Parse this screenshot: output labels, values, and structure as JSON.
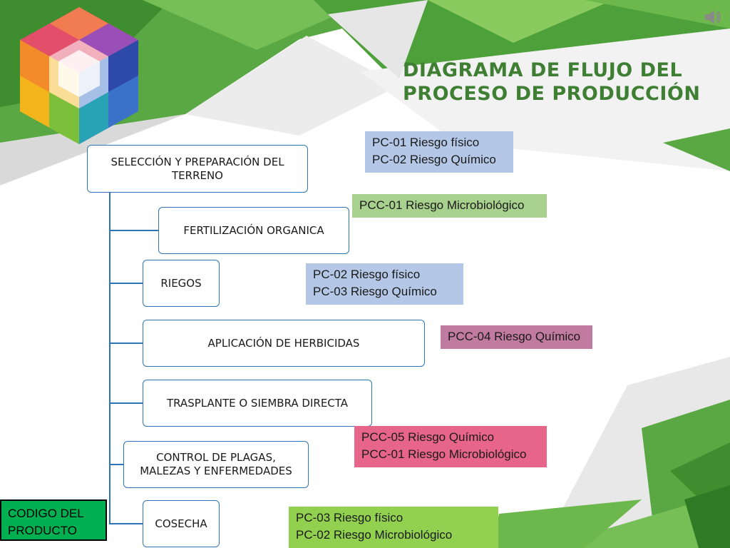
{
  "title": {
    "line1": "DIAGRAMA DE FLUJO DEL",
    "line2": "PROCESO DE PRODUCCIÓN"
  },
  "steps": [
    {
      "label": "SELECCIÓN Y PREPARACIÓN DEL TERRENO"
    },
    {
      "label": "FERTILIZACIÓN ORGANICA"
    },
    {
      "label": "RIEGOS"
    },
    {
      "label": "APLICACIÓN DE HERBICIDAS"
    },
    {
      "label": "TRASPLANTE O SIEMBRA DIRECTA"
    },
    {
      "label": "CONTROL DE PLAGAS, MALEZAS Y ENFERMEDADES"
    },
    {
      "label": "COSECHA"
    }
  ],
  "risks": [
    {
      "lines": [
        "PC-01 Riesgo físico",
        "PC-02 Riesgo Químico"
      ],
      "color": "#b4c7e7"
    },
    {
      "lines": [
        "PCC-01 Riesgo Microbiológico"
      ],
      "color": "#a9d18e"
    },
    {
      "lines": [
        "PC-02 Riesgo físico",
        "PC-03 Riesgo Químico"
      ],
      "color": "#b4c7e7"
    },
    {
      "lines": [
        "PCC-04 Riesgo Químico"
      ],
      "color": "#c27ba0"
    },
    {
      "lines": [
        "PCC-05 Riesgo Químico",
        "PCC-01 Riesgo Microbiológico"
      ],
      "color": "#e8658a"
    },
    {
      "lines": [
        "PC-03 Riesgo físico",
        "PC-02 Riesgo Microbiológico"
      ],
      "color": "#92d050"
    }
  ],
  "legend": {
    "lines": [
      "CODIGO DEL",
      "PRODUCTO"
    ],
    "color": "#00b050"
  },
  "icons": {
    "speaker": "speaker-icon",
    "logo": "cube-logo"
  },
  "colors": {
    "title": "#3f7f33",
    "connector": "#2e75b6",
    "background_green": "#4caf3a"
  }
}
